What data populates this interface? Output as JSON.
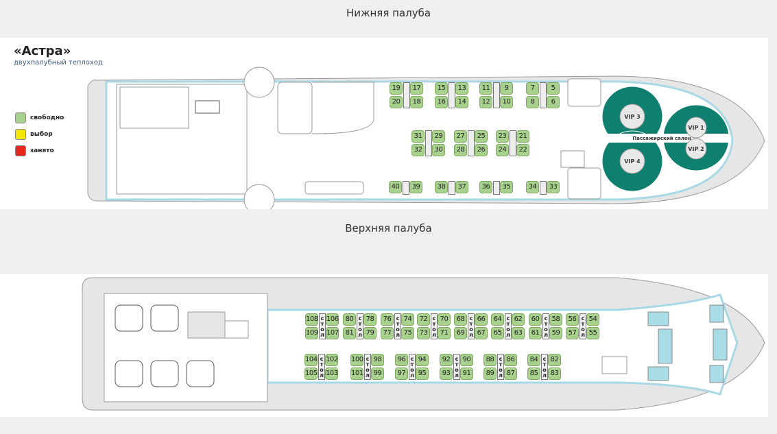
{
  "lower_deck_title": "Нижняя палуба",
  "upper_deck_title": "Верхняя палуба",
  "ship": {
    "name": "«Астра»",
    "subtitle": "двухпалубный теплоход"
  },
  "legend": [
    {
      "label": "свободно",
      "color": "#a9d18e"
    },
    {
      "label": "выбор",
      "color": "#f5e600"
    },
    {
      "label": "занято",
      "color": "#e8281e"
    }
  ],
  "table_label": "стол",
  "salon_label": "Пассажирский салон",
  "vip_tables": [
    "VIP 1",
    "VIP 2",
    "VIP 3",
    "VIP 4"
  ],
  "lower_groups": [
    [
      19,
      17,
      20,
      18
    ],
    [
      15,
      13,
      16,
      14
    ],
    [
      11,
      9,
      12,
      10
    ],
    [
      7,
      5,
      8,
      6
    ],
    [
      31,
      29,
      32,
      30
    ],
    [
      27,
      25,
      28,
      26
    ],
    [
      23,
      21,
      24,
      22
    ],
    [
      40,
      39
    ],
    [
      38,
      37
    ],
    [
      36,
      35
    ],
    [
      34,
      33
    ]
  ],
  "upper_groups": [
    [
      108,
      106,
      109,
      107
    ],
    [
      80,
      78,
      81,
      79
    ],
    [
      76,
      74,
      77,
      75
    ],
    [
      72,
      70,
      73,
      71
    ],
    [
      68,
      66,
      69,
      67
    ],
    [
      64,
      62,
      65,
      63
    ],
    [
      60,
      58,
      61,
      59
    ],
    [
      56,
      54,
      57,
      55
    ],
    [
      104,
      102,
      105,
      103
    ],
    [
      100,
      98,
      101,
      99
    ],
    [
      96,
      94,
      97,
      95
    ],
    [
      92,
      90,
      93,
      91
    ],
    [
      88,
      86,
      89,
      87
    ],
    [
      84,
      82,
      85,
      83
    ]
  ],
  "seat_status_default": "free"
}
